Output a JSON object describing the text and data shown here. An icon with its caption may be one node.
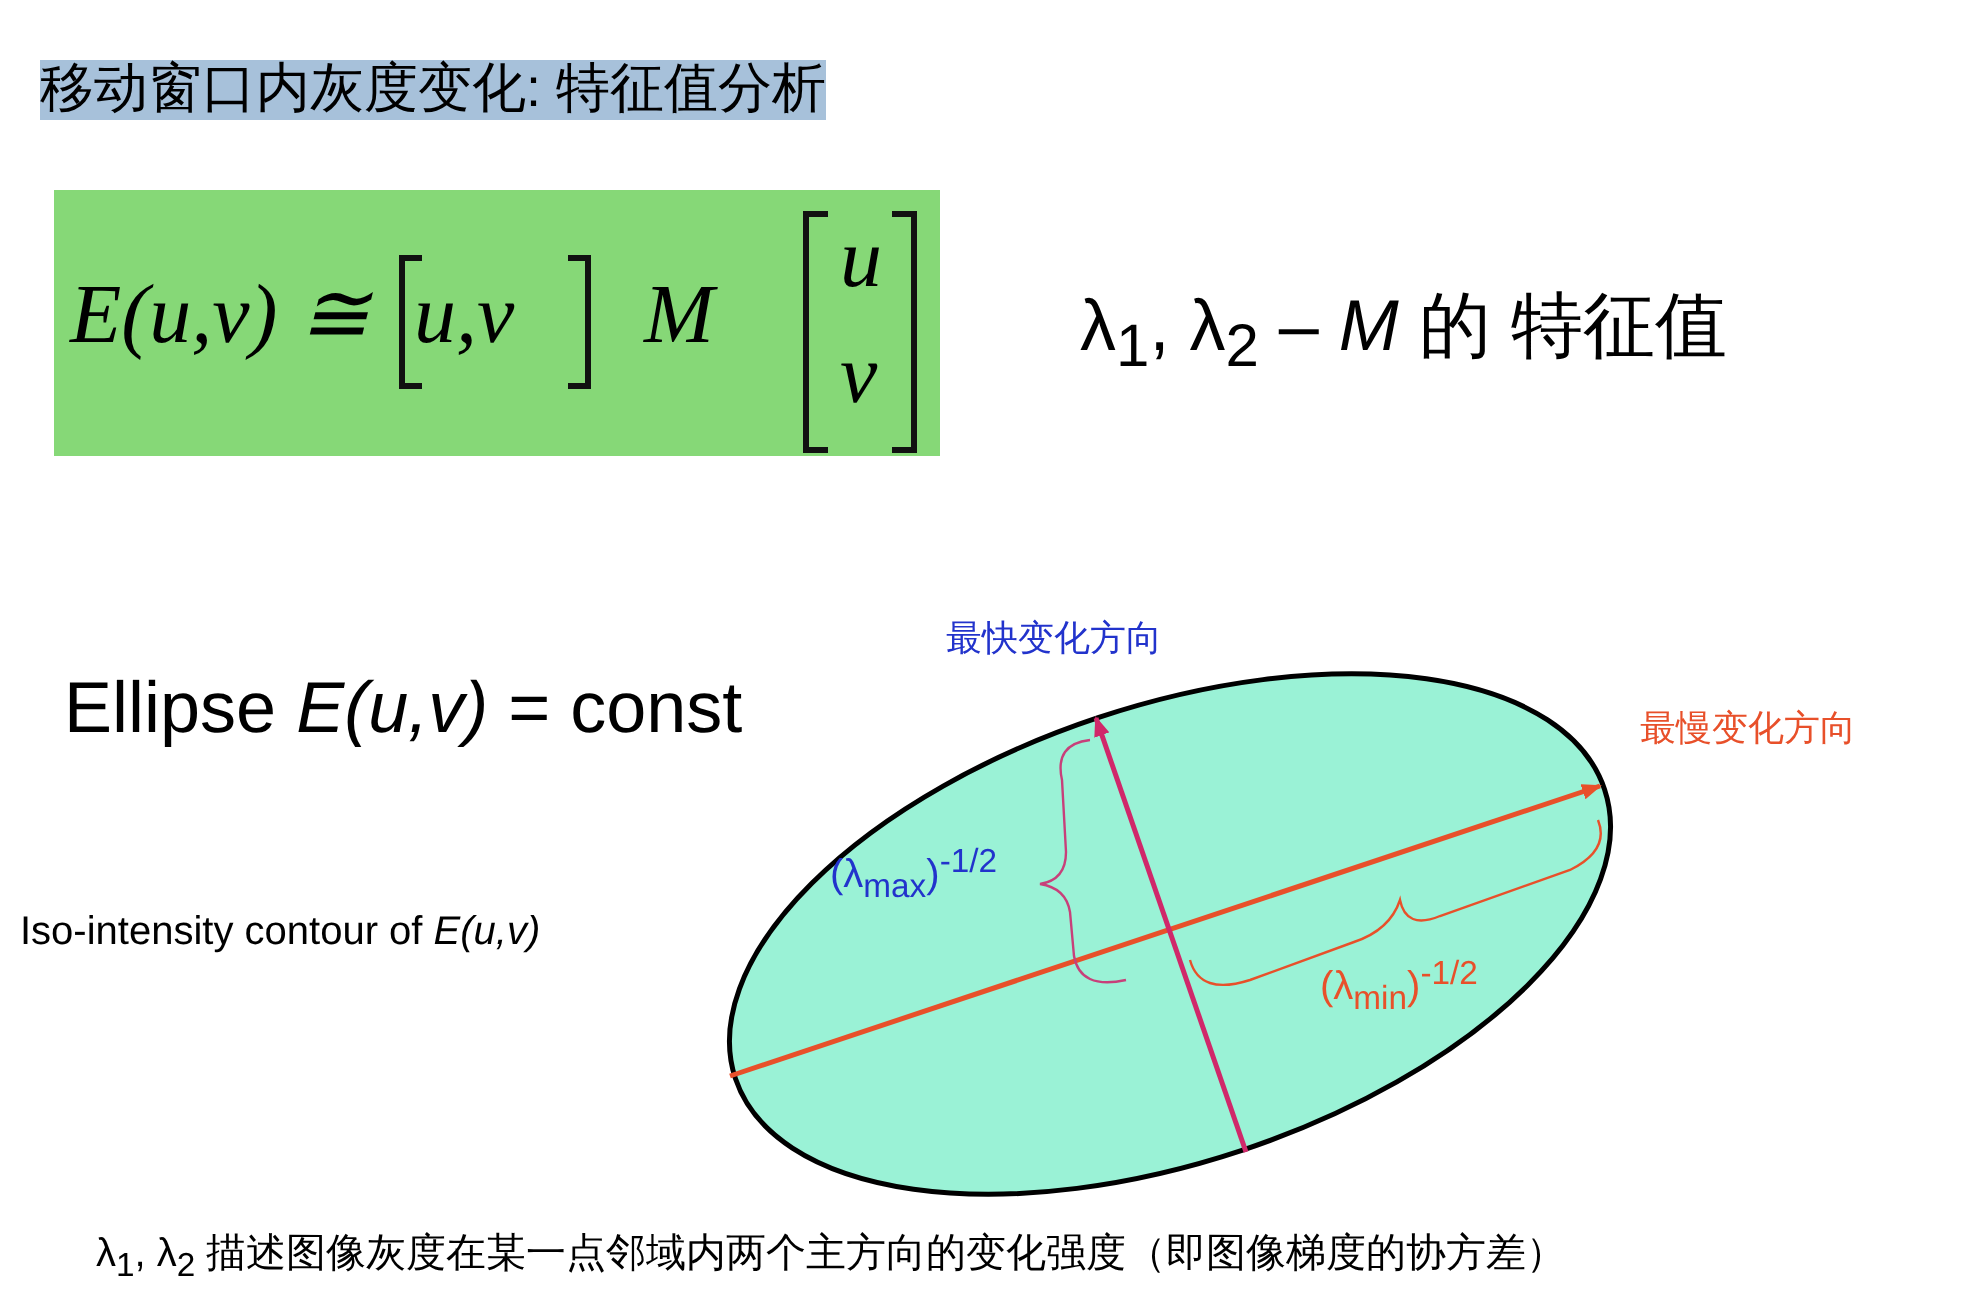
{
  "diagram": {
    "title": "移动窗口内灰度变化: 特征值分析",
    "nodes": [
      {
        "text": [
          "E(u,v) ≅",
          "u,v",
          "M",
          "u",
          "v"
        ]
      },
      {
        "text": [
          "(λ$_{max}$)$^{-1/2}$",
          "(λ$_{min}$)$^{-1/2}$"
        ]
      }
    ],
    "labels": [
      "λ$_{1}$, λ$_{2}$ – *M* 的 特征值",
      "Ellipse *E(u,v)* = const",
      "Iso-intensity contour of *E(u,v)*",
      "最快变化方向",
      "最慢变化方向"
    ],
    "caption": "λ$_{1}$, λ$_{2}$ 描述图像灰度在某一点邻域内两个主方向的变化强度（即图像梯度的协方差）"
  }
}
